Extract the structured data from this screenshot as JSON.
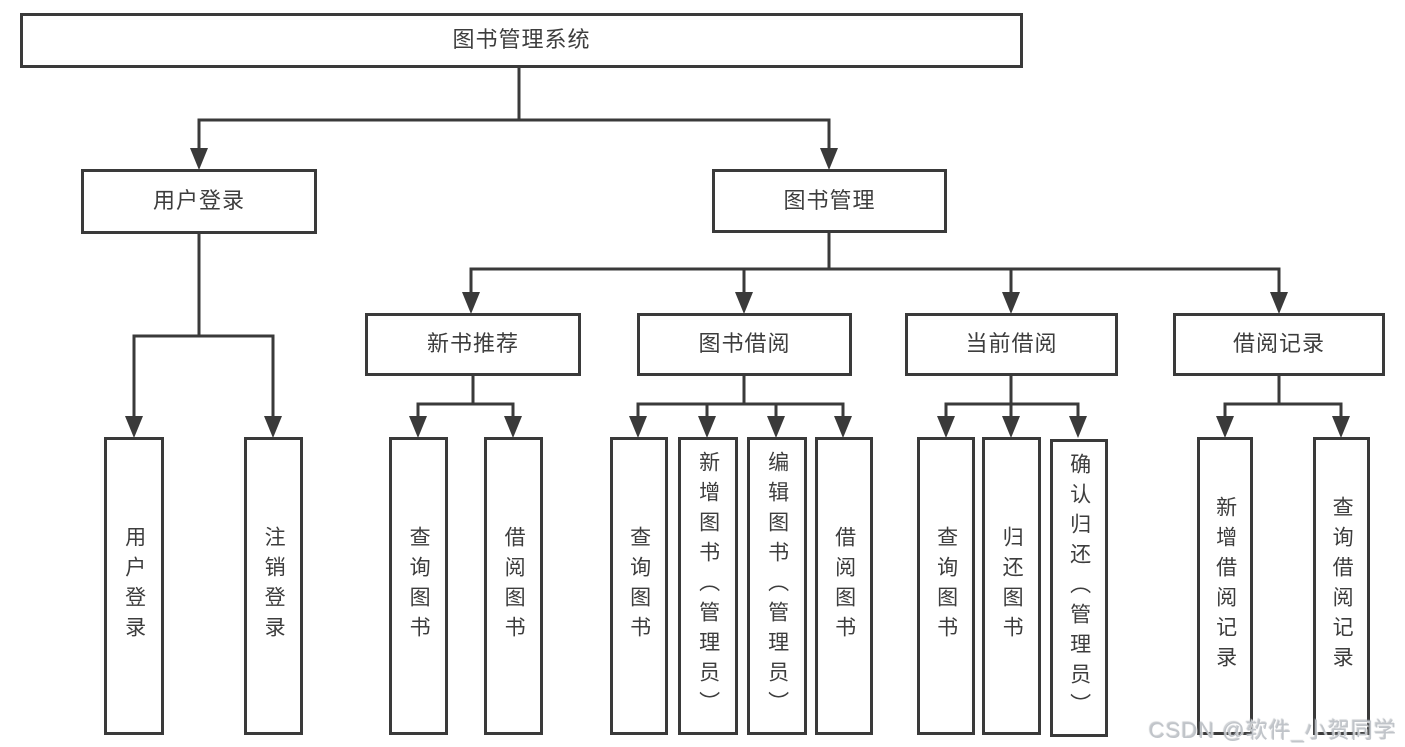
{
  "tree": {
    "root": {
      "label": "图书管理系统",
      "children": [
        {
          "label": "用户登录",
          "children": [
            {
              "label": "用户登录"
            },
            {
              "label": "注销登录"
            }
          ]
        },
        {
          "label": "图书管理",
          "children": [
            {
              "label": "新书推荐",
              "children": [
                {
                  "label": "查询图书"
                },
                {
                  "label": "借阅图书"
                }
              ]
            },
            {
              "label": "图书借阅",
              "children": [
                {
                  "label": "查询图书"
                },
                {
                  "label": "新增图书（管理员）"
                },
                {
                  "label": "编辑图书（管理员）"
                },
                {
                  "label": "借阅图书"
                }
              ]
            },
            {
              "label": "当前借阅",
              "children": [
                {
                  "label": "查询图书"
                },
                {
                  "label": "归还图书"
                },
                {
                  "label": "确认归还（管理员）"
                }
              ]
            },
            {
              "label": "借阅记录",
              "children": [
                {
                  "label": "新增借阅记录"
                },
                {
                  "label": "查询借阅记录"
                }
              ]
            }
          ]
        }
      ]
    }
  },
  "watermark": {
    "text": "CSDN @软件_小贺同学"
  },
  "colors": {
    "line": "#3a3a3a",
    "box_border": "#3a3a3a",
    "box_fill": "#ffffff",
    "text": "#3d3d3d",
    "background": "#ffffff",
    "watermark": "#c0c4c9"
  }
}
